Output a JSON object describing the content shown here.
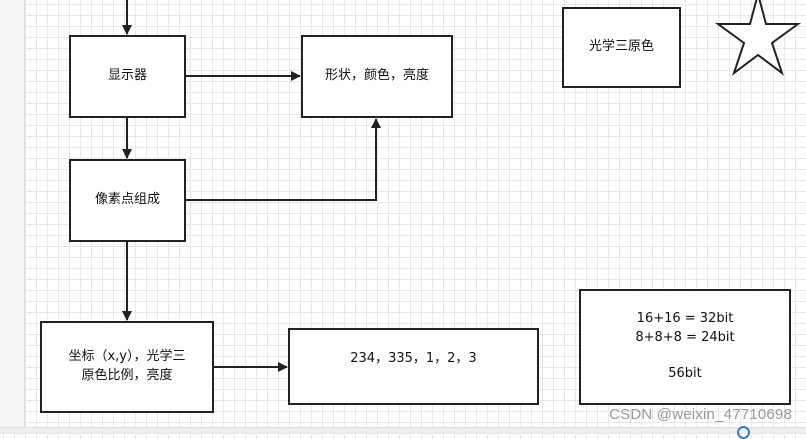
{
  "diagram": {
    "nodes": {
      "display": "显示器",
      "shape_color_brightness": "形状，颜色，亮度",
      "pixel_composition": "像素点组成",
      "coords_line1": "坐标（x,y），光学三",
      "coords_line2": "原色比例，亮度",
      "values": "234，335，1，2，3",
      "primary_colors": "光学三原色",
      "bits_line1": "16+16 = 32bit",
      "bits_line2": "8+8+8 = 24bit",
      "bits_line3": "56bit"
    }
  },
  "watermark": "CSDN @weixin_47710698",
  "colors": {
    "stroke": "#222222",
    "grid": "#e7e7e7",
    "watermark": "#9a9a9a"
  }
}
